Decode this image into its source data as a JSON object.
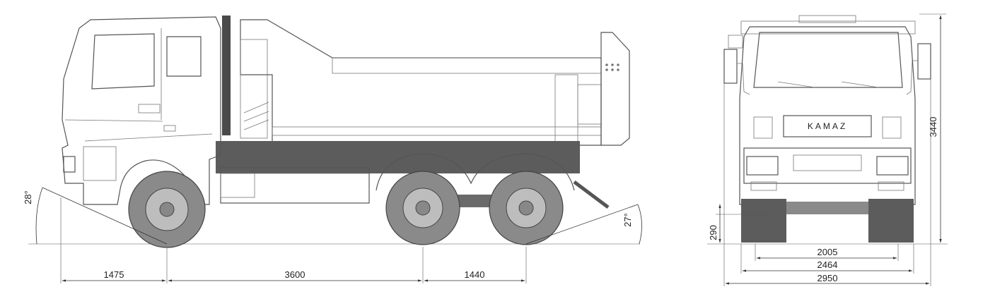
{
  "diagram": {
    "brand_badge": "KAMAZ",
    "dimensions": {
      "front_overhang": "1475",
      "wheelbase": "3600",
      "rear_overhang": "1440",
      "approach_angle": "28°",
      "departure_angle": "27°",
      "ground_clearance": "290",
      "overall_height": "3440",
      "rear_track": "2005",
      "front_track": "2464",
      "overall_width": "2950"
    }
  },
  "colors": {
    "line": "#555555",
    "cab_fill": "#f4f4f4",
    "body_fill": "#fafafa",
    "dark_fill": "#5c5c5c",
    "tire_fill": "#8a8a8a"
  }
}
